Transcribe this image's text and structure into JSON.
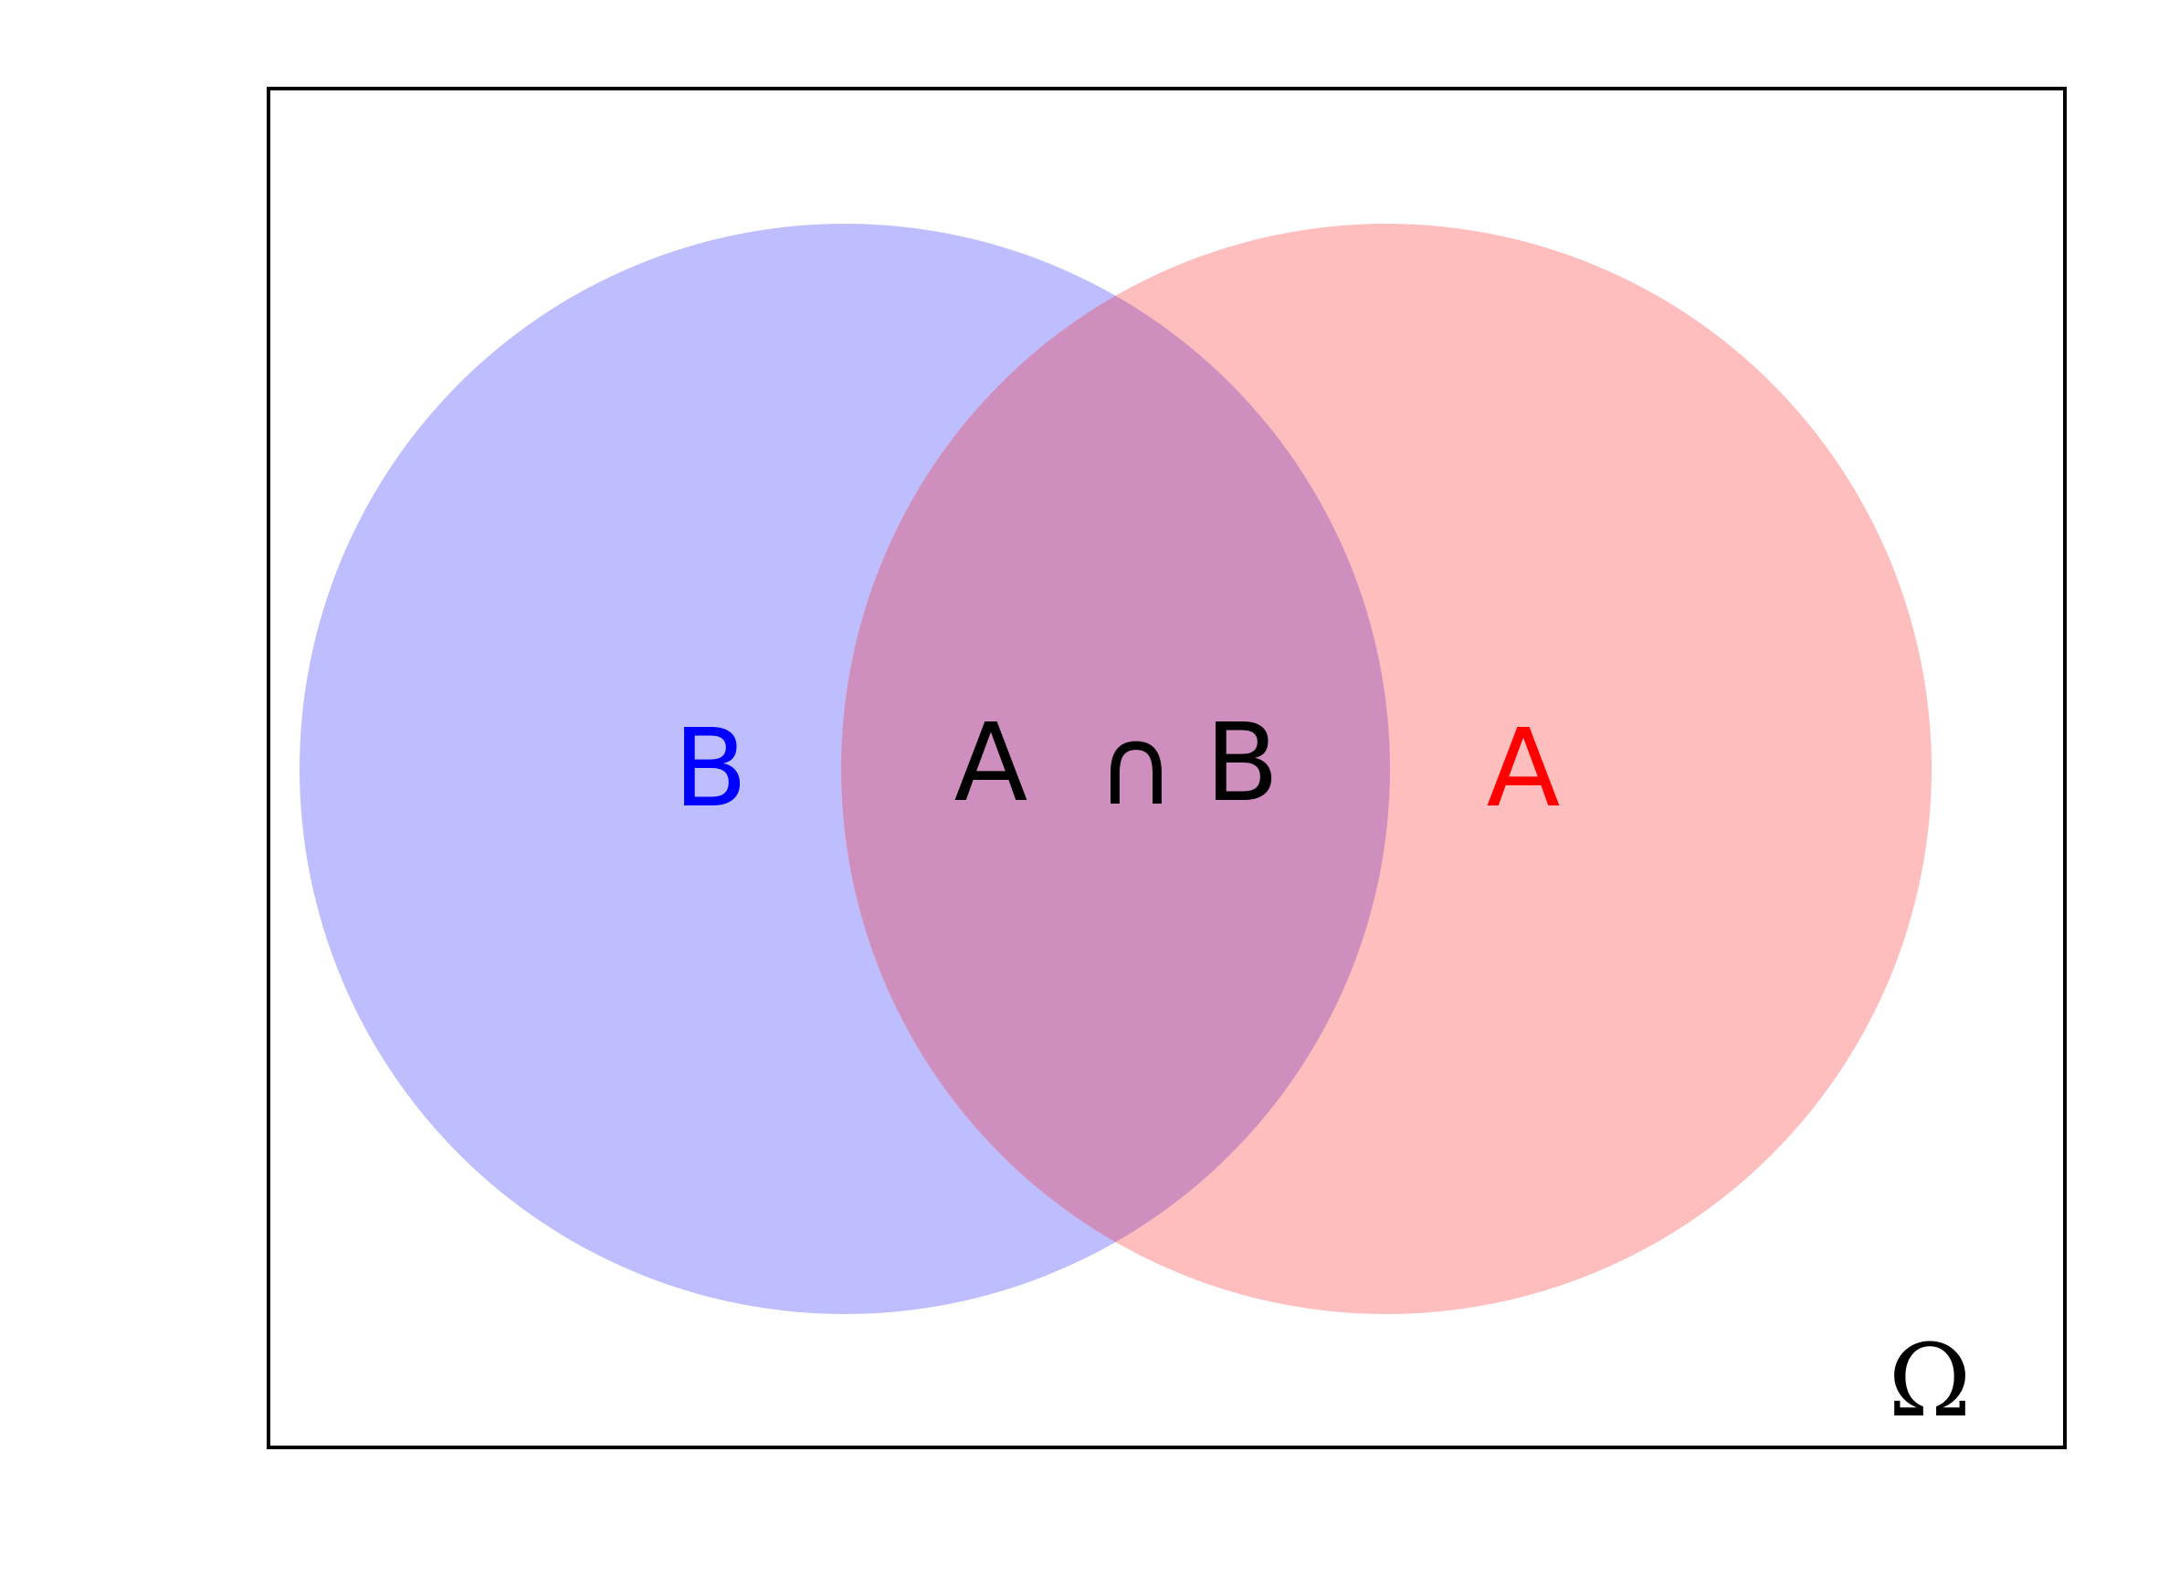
{
  "diagram": {
    "set_b": {
      "label": "B",
      "fill_color": "#bebefe",
      "label_color": "#0000ff"
    },
    "set_a": {
      "label": "A",
      "fill_color": "#febebe",
      "label_color": "#ff0000"
    },
    "intersection": {
      "label_a": "A",
      "symbol": "∩",
      "label_b": "B",
      "fill_color": "#ce8fbf",
      "label_color": "#000000"
    },
    "universe": {
      "label": "Ω",
      "border_color": "#000000"
    }
  }
}
